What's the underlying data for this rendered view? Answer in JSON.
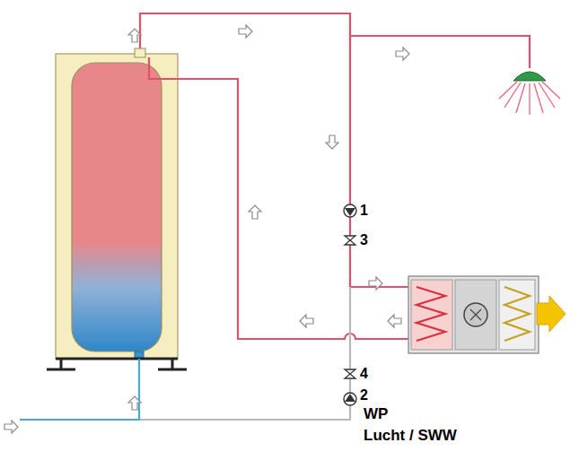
{
  "diagram": {
    "labels": [
      "1",
      "3",
      "4",
      "2",
      "WP",
      "Lucht / SWW"
    ]
  }
}
